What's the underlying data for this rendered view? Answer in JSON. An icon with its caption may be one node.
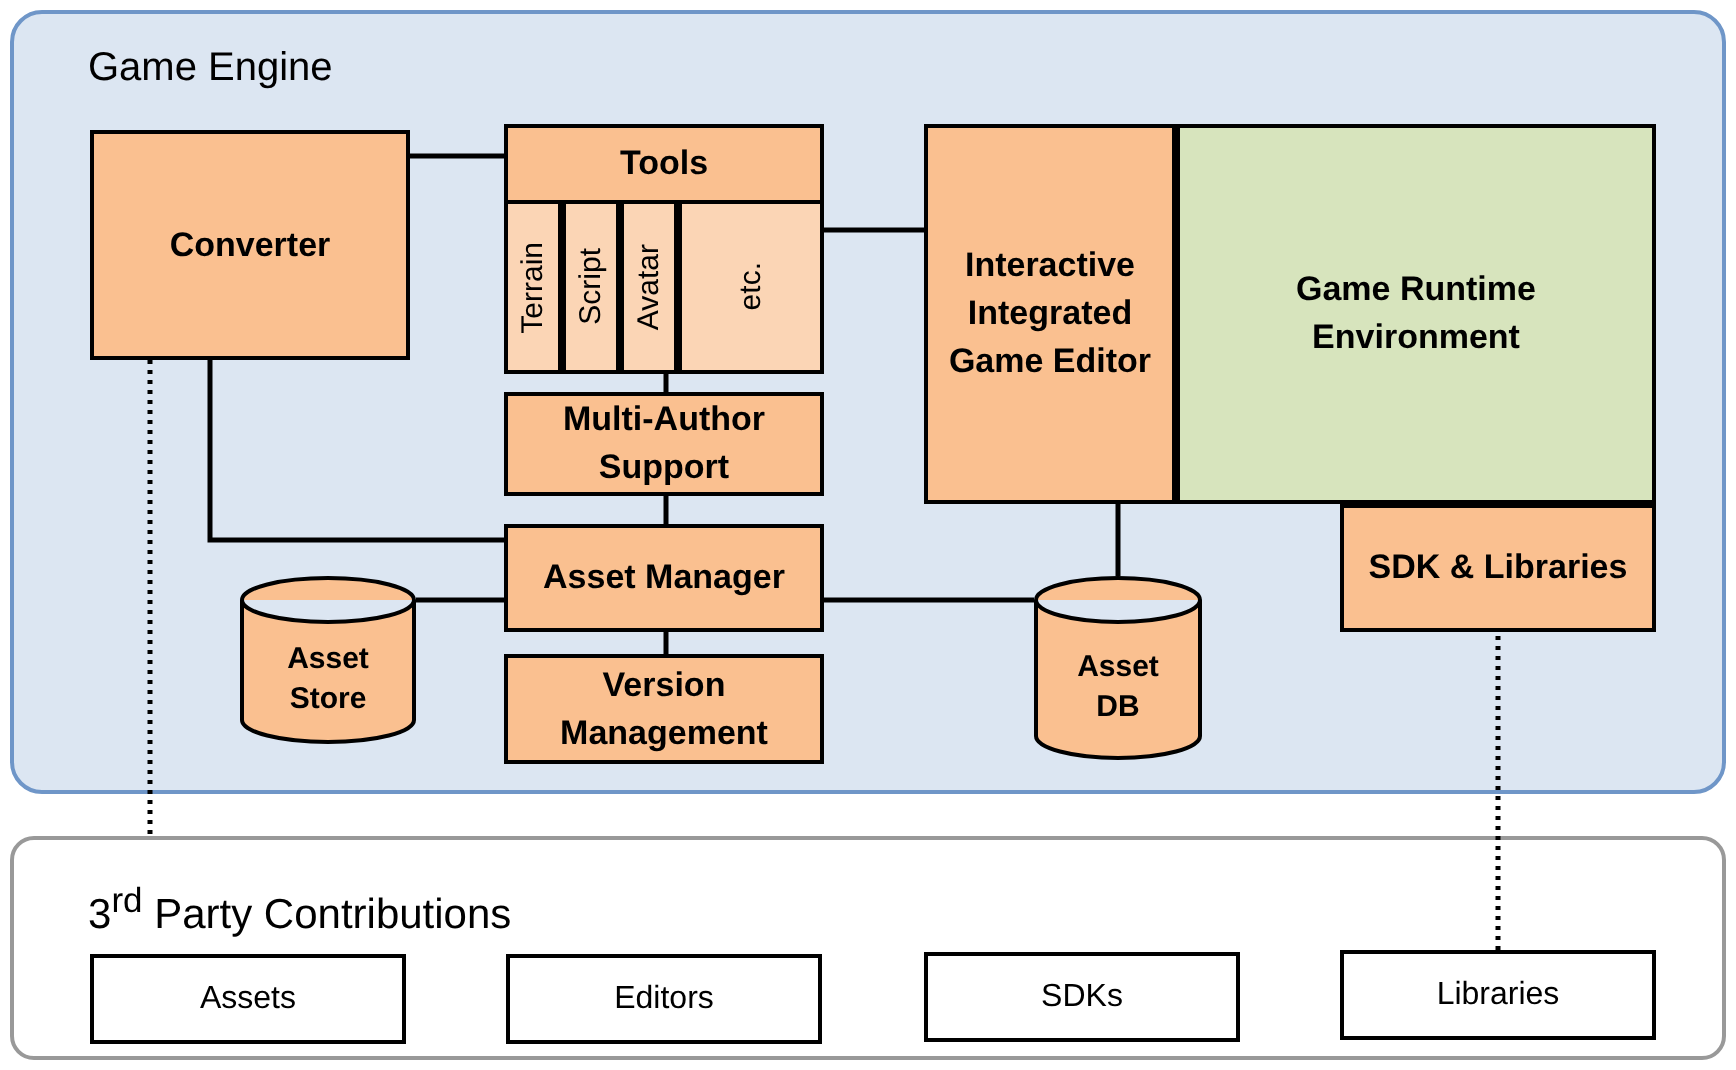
{
  "diagram": {
    "nodes": [
      {
        "text": [
          "Game Engine"
        ]
      },
      {
        "text": [
          "Converter"
        ],
        "in": 0
      },
      {
        "text": [
          "Tools"
        ],
        "in": 0
      },
      {
        "text": [
          "Terrain"
        ],
        "in": 2
      },
      {
        "text": [
          "Script"
        ],
        "in": 2
      },
      {
        "text": [
          "Avatar"
        ],
        "in": 2
      },
      {
        "text": [
          "etc."
        ],
        "in": 2
      },
      {
        "text": [
          "Interactive Integrated Game Editor"
        ],
        "in": 0
      },
      {
        "text": [
          "Game Runtime Environment"
        ],
        "in": 0
      },
      {
        "text": [
          "Multi-Author Support"
        ],
        "in": 0
      },
      {
        "text": [
          "Asset Manager"
        ],
        "in": 0
      },
      {
        "text": [
          "SDK & Libraries"
        ],
        "in": 0
      },
      {
        "text": [
          "Asset Store"
        ],
        "in": 0
      },
      {
        "text": [
          "Version Management"
        ],
        "in": 0
      },
      {
        "text": [
          "Asset DB"
        ],
        "in": 0
      },
      {
        "text": [
          "3$^{rd}$ Party Contributions"
        ]
      },
      {
        "text": [
          "Assets"
        ],
        "in": 15
      },
      {
        "text": [
          "Editors"
        ],
        "in": 15
      },
      {
        "text": [
          "SDKs"
        ],
        "in": 15
      },
      {
        "text": [
          "Libraries"
        ],
        "in": 15
      }
    ],
    "edges": [
      {
        "from": 1,
        "to": 2,
        "arrow": "none"
      },
      {
        "from": 2,
        "to": 7,
        "arrow": "none"
      },
      {
        "from": 2,
        "to": 9,
        "arrow": "none"
      },
      {
        "from": 9,
        "to": 10,
        "arrow": "none"
      },
      {
        "from": 1,
        "to": 10,
        "arrow": "none"
      },
      {
        "from": 12,
        "to": 10,
        "arrow": "none"
      },
      {
        "from": 10,
        "to": 13,
        "arrow": "none"
      },
      {
        "from": 10,
        "to": 14,
        "arrow": "none"
      },
      {
        "from": 7,
        "to": 14,
        "arrow": "none"
      },
      {
        "from": 1,
        "to": 15,
        "arrow": "none",
        "style": "dashed"
      },
      {
        "from": 19,
        "to": 11,
        "arrow": "none",
        "style": "dashed"
      }
    ]
  }
}
